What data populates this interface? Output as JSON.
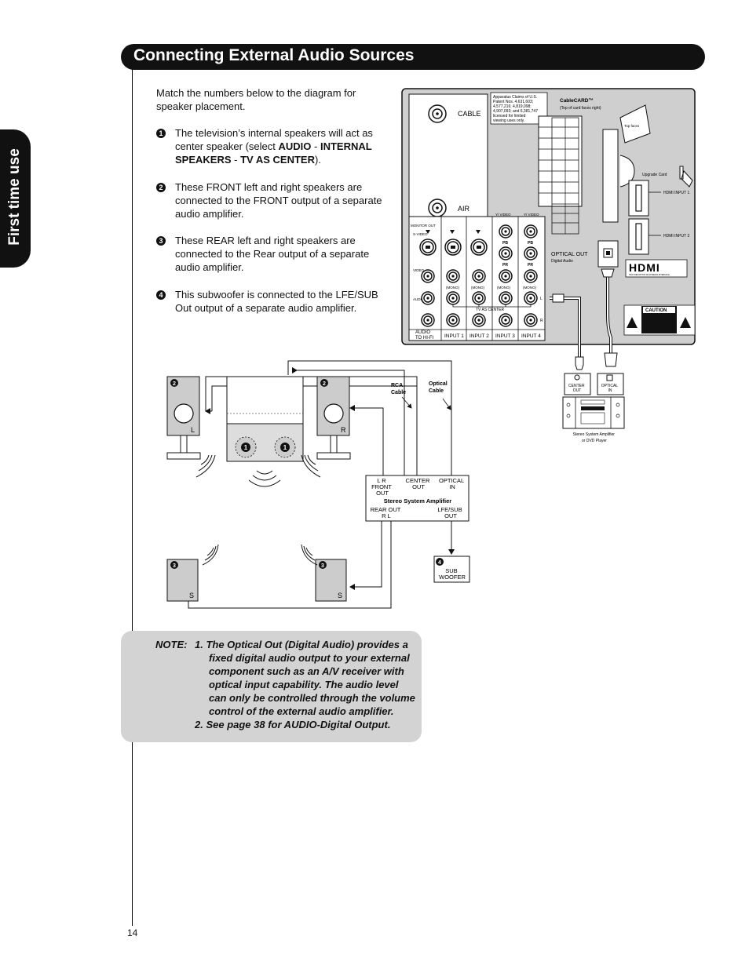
{
  "header": {
    "title": "Connecting External Audio Sources"
  },
  "side_tab": {
    "label": "First time use"
  },
  "intro": "Match the numbers below to the diagram for speaker placement.",
  "items": [
    {
      "num": "1",
      "parts": [
        "The television’s internal speakers will act as center speaker (select ",
        "AUDIO",
        " - ",
        "INTERNAL SPEAKERS",
        " - ",
        "TV AS CENTER",
        ")."
      ]
    },
    {
      "num": "2",
      "text": "These FRONT left and right speakers are connected to the FRONT output of a separate audio amplifier."
    },
    {
      "num": "3",
      "text": "These REAR left and right speakers are connected to the Rear output of a separate audio amplifier."
    },
    {
      "num": "4",
      "text": "This subwoofer is connected to the LFE/SUB Out output of a separate audio amplifier."
    }
  ],
  "panel": {
    "cable": "CABLE",
    "air": "AIR",
    "patent": [
      "Apparatus Claims of U.S.",
      "Patent Nos. 4,631,603;",
      "4,577,216; 4,819,098;",
      "4,907,093; and 6,381,747",
      "licensed for limited",
      "viewing uses only."
    ],
    "cablecard": "CableCARD™",
    "cablecard_sub": "(Top of card faces right)",
    "top_faces": "Top faces",
    "upgrade_card": "Upgrade Card",
    "hdmi1": "HDMI INPUT 1",
    "hdmi2": "HDMI INPUT 2",
    "optical_out": "OPTICAL OUT",
    "digital_audio": "Digital Audio",
    "hdmi_logo": "HDMI",
    "hdmi_tag": "HIGH-DEFINITION MULTIMEDIA INTERFACE",
    "caution": "CAUTION",
    "monitor_out": "MONITOR OUT",
    "svideo": "S-VIDEO",
    "video": "VIDEO",
    "audio": "AUDIO",
    "yvideo": "Y/ VIDEO",
    "pb": "PB",
    "pr": "PR",
    "mono": "(MONO)",
    "l": "L",
    "r": "R",
    "tv_as_center": "TV AS CENTER",
    "audio_to_hifi": [
      "AUDIO",
      "TO HI-FI"
    ],
    "inputs": [
      "INPUT 1",
      "INPUT 2",
      "INPUT 3",
      "INPUT 4"
    ]
  },
  "diagram": {
    "rca_cable": [
      "RCA",
      "Cable"
    ],
    "optical_cable": [
      "Optical",
      "Cable"
    ],
    "center_out": [
      "CENTER",
      "OUT"
    ],
    "optical_in": [
      "OPTICAL",
      "IN"
    ],
    "stereo_player": [
      "Stereo System Amplifier",
      "or DVD Player"
    ],
    "amp_title": "Stereo System Amplifier",
    "amp_front": [
      "L  R",
      "FRONT",
      "OUT"
    ],
    "amp_center": [
      "CENTER",
      "OUT"
    ],
    "amp_optical": [
      "OPTICAL",
      "IN"
    ],
    "amp_rear": [
      "REAR OUT",
      "R   L"
    ],
    "amp_lfe": [
      "LFE/SUB",
      "OUT"
    ],
    "spk_front_left": "L",
    "spk_front_right": "R",
    "spk_rear": "S",
    "sub": [
      "SUB",
      "WOOFER"
    ],
    "num1": "1",
    "num2": "2",
    "num3": "3",
    "num4": "4"
  },
  "note": {
    "label": "NOTE:",
    "lines": [
      "1.  The Optical Out (Digital Audio) provides a",
      "fixed digital audio output to your external",
      "component such as an A/V receiver with",
      "optical input capability. The audio level",
      "can only be controlled through the volume",
      "control of the external audio amplifier.",
      "2.  See page 38 for AUDIO-Digital Output."
    ]
  },
  "page_number": "14"
}
